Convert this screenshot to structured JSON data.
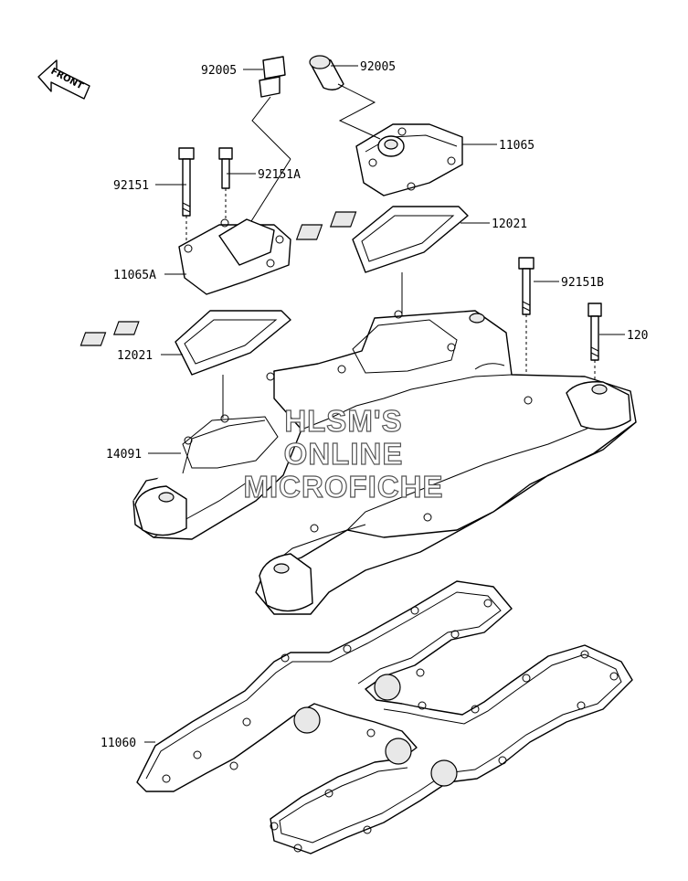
{
  "orientation": {
    "front_label": "FRONT"
  },
  "watermark": {
    "lines": [
      "HLSM'S",
      "ONLINE",
      "MICROFICHE"
    ]
  },
  "callouts": {
    "p92005_a": "92005",
    "p92005_b": "92005",
    "p11065": "11065",
    "p92151": "92151",
    "p92151A": "92151A",
    "p12021_top": "12021",
    "p11065A": "11065A",
    "p92151B": "92151B",
    "p120": "120",
    "p12021_left": "12021",
    "p14091": "14091",
    "p11060": "11060"
  },
  "icons": {
    "front_arrow": "front-arrow-icon"
  }
}
